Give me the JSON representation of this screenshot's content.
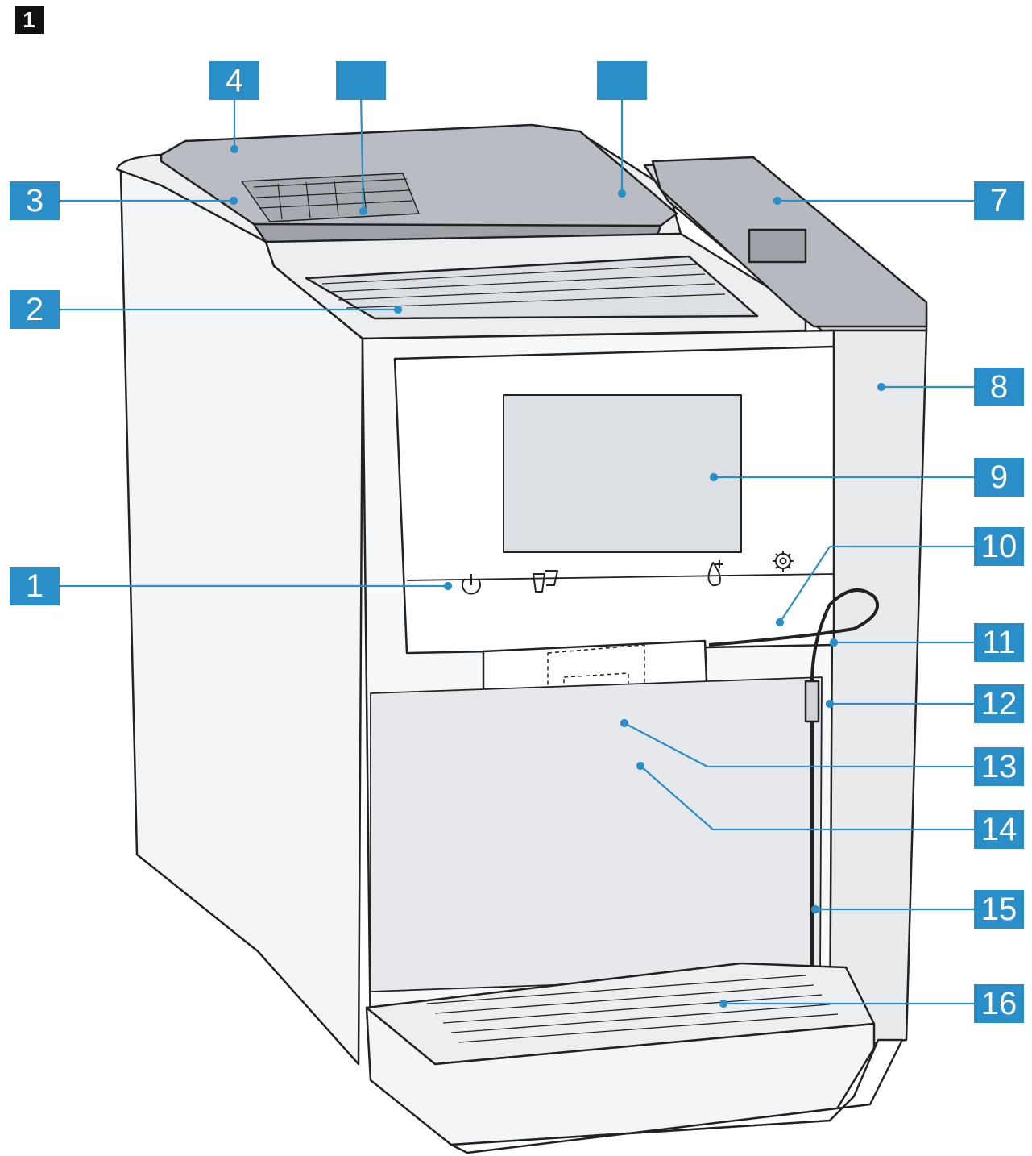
{
  "figure": {
    "tag": "1"
  },
  "colors": {
    "callout": "#2a8fc9",
    "outline": "#222222",
    "panel": "#dcdfe3",
    "tray": "#c9ccd1"
  },
  "callouts": [
    {
      "id": "c4",
      "label": "4"
    },
    {
      "id": "c5",
      "label": ""
    },
    {
      "id": "c6",
      "label": ""
    },
    {
      "id": "c3",
      "label": "3"
    },
    {
      "id": "c7",
      "label": "7"
    },
    {
      "id": "c2",
      "label": "2"
    },
    {
      "id": "c8",
      "label": "8"
    },
    {
      "id": "c9",
      "label": "9"
    },
    {
      "id": "c1",
      "label": "1"
    },
    {
      "id": "c10",
      "label": "10"
    },
    {
      "id": "c11",
      "label": "11"
    },
    {
      "id": "c12",
      "label": "12"
    },
    {
      "id": "c13",
      "label": "13"
    },
    {
      "id": "c14",
      "label": "14"
    },
    {
      "id": "c15",
      "label": "15"
    },
    {
      "id": "c16",
      "label": "16"
    }
  ],
  "icons": [
    "power-icon",
    "cups-icon",
    "drop-plus-icon",
    "gear-icon"
  ]
}
